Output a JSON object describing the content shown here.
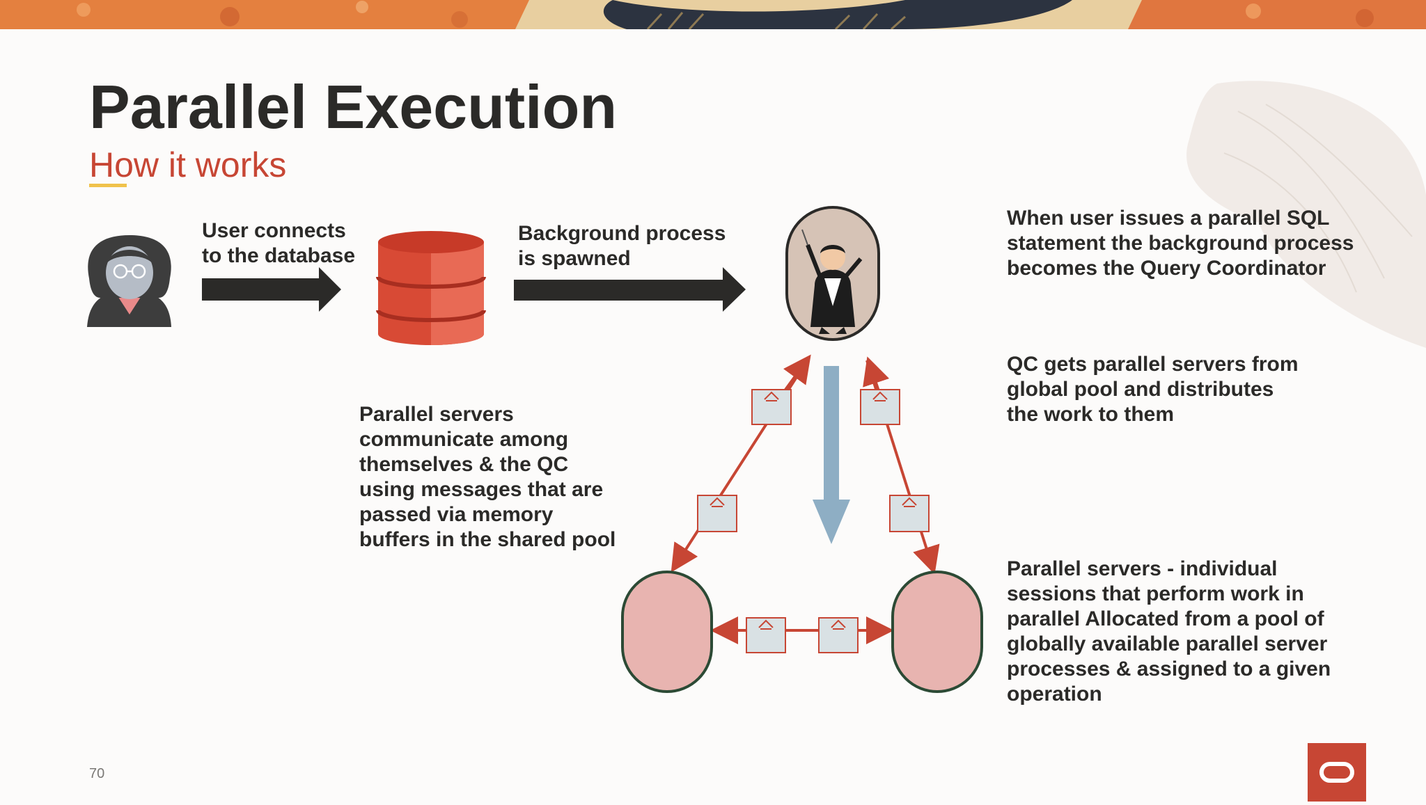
{
  "slide": {
    "title": "Parallel Execution",
    "subtitle": "How it works",
    "page_number": "70"
  },
  "labels": {
    "user_connects": "User connects\nto the database",
    "background_process": "Background process\nis spawned",
    "parallel_servers_communicate": "Parallel servers\ncommunicate among\nthemselves & the QC\nusing messages that are\npassed via memory\nbuffers in the shared pool",
    "qc_description": "When user issues a parallel SQL\nstatement the background process\nbecomes the Query Coordinator",
    "qc_distributes": "QC gets parallel servers from\nglobal pool and distributes\nthe work to them",
    "parallel_servers_description": "Parallel servers - individual\nsessions that perform work in\nparallel Allocated from a pool of\nglobally available parallel server\nprocesses & assigned to a given\noperation"
  },
  "icons": {
    "user": "user-avatar-icon",
    "database": "database-icon",
    "coordinator": "conductor-icon",
    "logo": "oracle-logo-icon",
    "message": "message-buffer-icon"
  },
  "colors": {
    "accent_red": "#c74634",
    "dark_text": "#2b2a28",
    "arrow_dark": "#2b2a28",
    "blue_arrow": "#8eaec4",
    "server_fill": "#e8b4b0",
    "server_stroke": "#2c4a35",
    "message_fill": "#d9e1e4",
    "underline_yellow": "#f0c24b"
  }
}
